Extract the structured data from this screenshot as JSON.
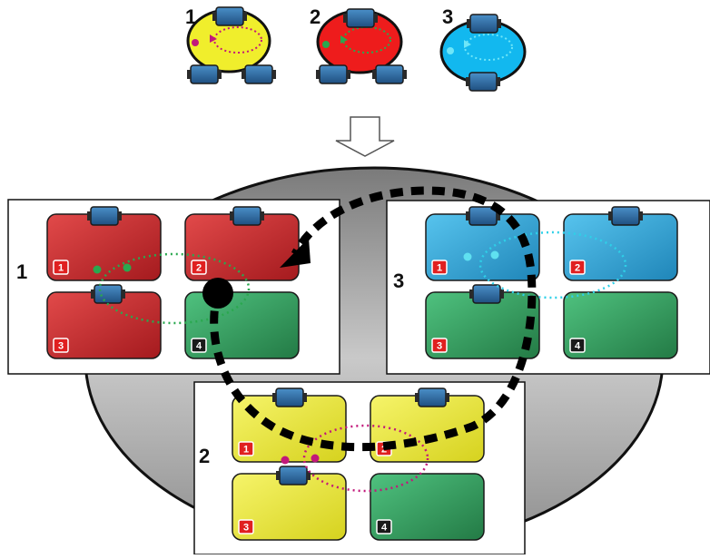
{
  "colors": {
    "red": "#c0282e",
    "yellow": "#ecec3a",
    "blue": "#35ade0",
    "green": "#2e9a5a",
    "device": "#2f6fa8",
    "trail_green": "#2aa84f",
    "trail_magenta": "#c2187a",
    "trail_cyan": "#2ed0e8",
    "arrow": "#000000"
  },
  "top_groups": [
    {
      "number": "1",
      "color": "yellow"
    },
    {
      "number": "2",
      "color": "red"
    },
    {
      "number": "3",
      "color": "blue"
    }
  ],
  "panels": [
    {
      "number": "1",
      "color": "red",
      "tiles": [
        "1",
        "2",
        "3",
        "4"
      ]
    },
    {
      "number": "3",
      "color": "blue",
      "tiles": [
        "1",
        "2",
        "3",
        "4"
      ]
    },
    {
      "number": "2",
      "color": "yellow",
      "tiles": [
        "1",
        "2",
        "3",
        "4"
      ]
    }
  ]
}
